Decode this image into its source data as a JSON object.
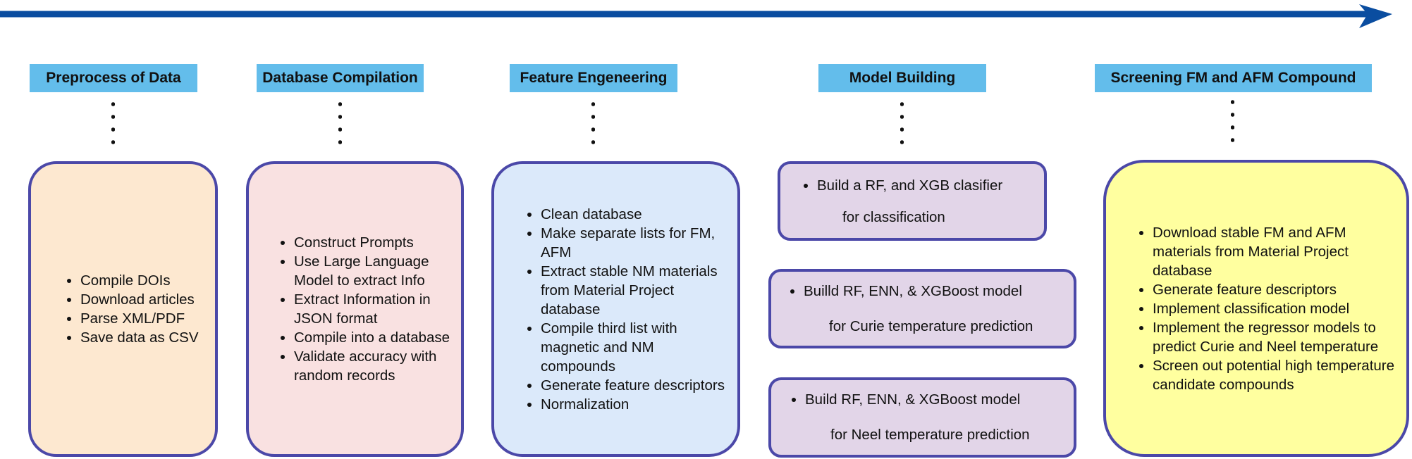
{
  "colors": {
    "timeline": "#0a4da0",
    "label_bg": "#63bdeb",
    "box_border": "#4b48a8",
    "preprocess_bg": "#fde8d0",
    "database_bg": "#f9e1e1",
    "feature_bg": "#dbe9fa",
    "model_bg": "#e2d5e8",
    "screening_bg": "#ffff9f"
  },
  "stages": [
    {
      "label": "Preprocess of Data",
      "items": [
        "Compile  DOIs",
        "Download articles",
        "Parse XML/PDF",
        "Save data as CSV"
      ]
    },
    {
      "label": "Database Compilation",
      "items": [
        "Construct Prompts",
        "Use Large Language Model to extract Info",
        "Extract Information in JSON format",
        "Compile into a database",
        "Validate accuracy with random records"
      ]
    },
    {
      "label": "Feature Engeneering",
      "items": [
        "Clean database",
        "Make separate lists for FM, AFM",
        "Extract stable NM materials from Material Project database",
        "Compile third list with magnetic and NM compounds",
        "Generate feature descriptors",
        "Normalization"
      ]
    },
    {
      "label": "Model Building",
      "models": [
        {
          "line1": "Build a RF, and XGB  clasifier",
          "line2": "for classification"
        },
        {
          "line1": "Builld RF, ENN, & XGBoost  model",
          "line2": "for Curie temperature prediction"
        },
        {
          "line1": "Build RF, ENN, & XGBoost  model",
          "line2": "for Neel temperature prediction"
        }
      ]
    },
    {
      "label": "Screening FM and AFM Compound",
      "items": [
        "Download stable FM and AFM  materials from  Material Project database",
        "Generate  feature descriptors",
        "Implement classification model",
        "Implement the regressor models to predict Curie and Neel temperature",
        "Screen out  potential high temperature candidate compounds"
      ]
    }
  ]
}
